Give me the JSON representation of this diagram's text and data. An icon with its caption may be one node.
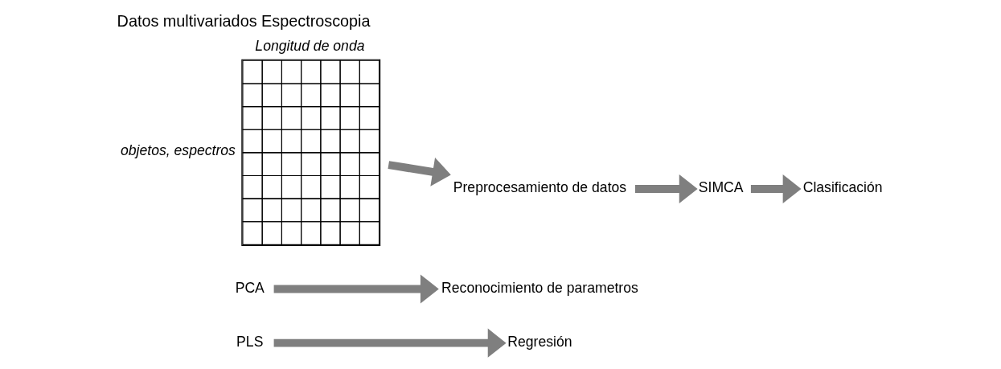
{
  "diagram": {
    "title": "Datos multivariados Espectroscopia",
    "nodes": [
      {
        "text": [],
        "shape": "grid",
        "beside": [
          "Longitud de onda",
          "objetos, espectros"
        ]
      },
      {
        "text": [
          "Preprocesamiento de datos"
        ]
      },
      {
        "text": [
          "PCA"
        ]
      },
      {
        "text": [
          "SIMCA"
        ]
      },
      {
        "text": [
          "PLS"
        ]
      },
      {
        "text": [
          "Reconocimiento de parametros"
        ]
      },
      {
        "text": [
          "Clasificación"
        ]
      },
      {
        "text": [
          "Regresión"
        ]
      }
    ],
    "edges": [
      {
        "from": 0,
        "to": 1,
        "arrow": "to"
      },
      {
        "from": 1,
        "to": 3,
        "arrow": "to"
      },
      {
        "from": 2,
        "to": 5,
        "arrow": "to"
      },
      {
        "from": 3,
        "to": 6,
        "arrow": "to"
      },
      {
        "from": 4,
        "to": 7,
        "arrow": "to"
      }
    ]
  }
}
